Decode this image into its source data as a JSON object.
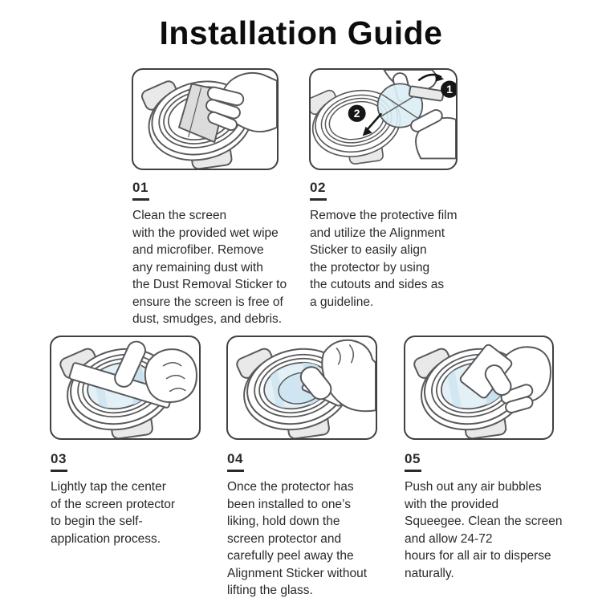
{
  "page": {
    "title": "Installation Guide"
  },
  "colors": {
    "background": "#ffffff",
    "title": "#0d0d0d",
    "text": "#2b2a2b",
    "outline": "#58595b",
    "box-border": "#414042",
    "shade": "#e9e9e9",
    "wipe": "#dcdcdc",
    "glass": "#dcedf5",
    "face": "#e3f1f7",
    "stripe": "#c9e2ef",
    "badge": "#161616"
  },
  "steps": [
    {
      "number": "01",
      "illustration": "hand-cleaning-watch-screen-with-wet-wipe",
      "text": "Clean the screen\nwith the provided wet wipe\nand microfiber. Remove\nany remaining dust with\nthe Dust Removal Sticker to\nensure the screen is free of\ndust, smudges, and debris."
    },
    {
      "number": "02",
      "illustration": "hands-peeling-protective-film-and-aligning-protector",
      "badges": [
        {
          "label": "1"
        },
        {
          "label": "2"
        }
      ],
      "text": "Remove the protective film\nand utilize the Alignment\nSticker to easily align\nthe protector by using\nthe cutouts and sides as\na guideline."
    },
    {
      "number": "03",
      "illustration": "finger-tapping-center-of-screen-protector",
      "text": "Lightly tap the center\nof the screen protector\nto begin the self-\napplication process."
    },
    {
      "number": "04",
      "illustration": "hand-peeling-away-alignment-sticker",
      "text": "Once the protector has\nbeen installed to one’s\nliking, hold down the\nscreen protector and\ncarefully peel away the\nAlignment Sticker without\nlifting the glass."
    },
    {
      "number": "05",
      "illustration": "hand-pushing-out-air-bubbles-with-squeegee",
      "text": "Push out any air bubbles\nwith the provided\nSqueegee. Clean the screen\nand allow 24-72\nhours for all air to disperse\nnaturally."
    }
  ]
}
